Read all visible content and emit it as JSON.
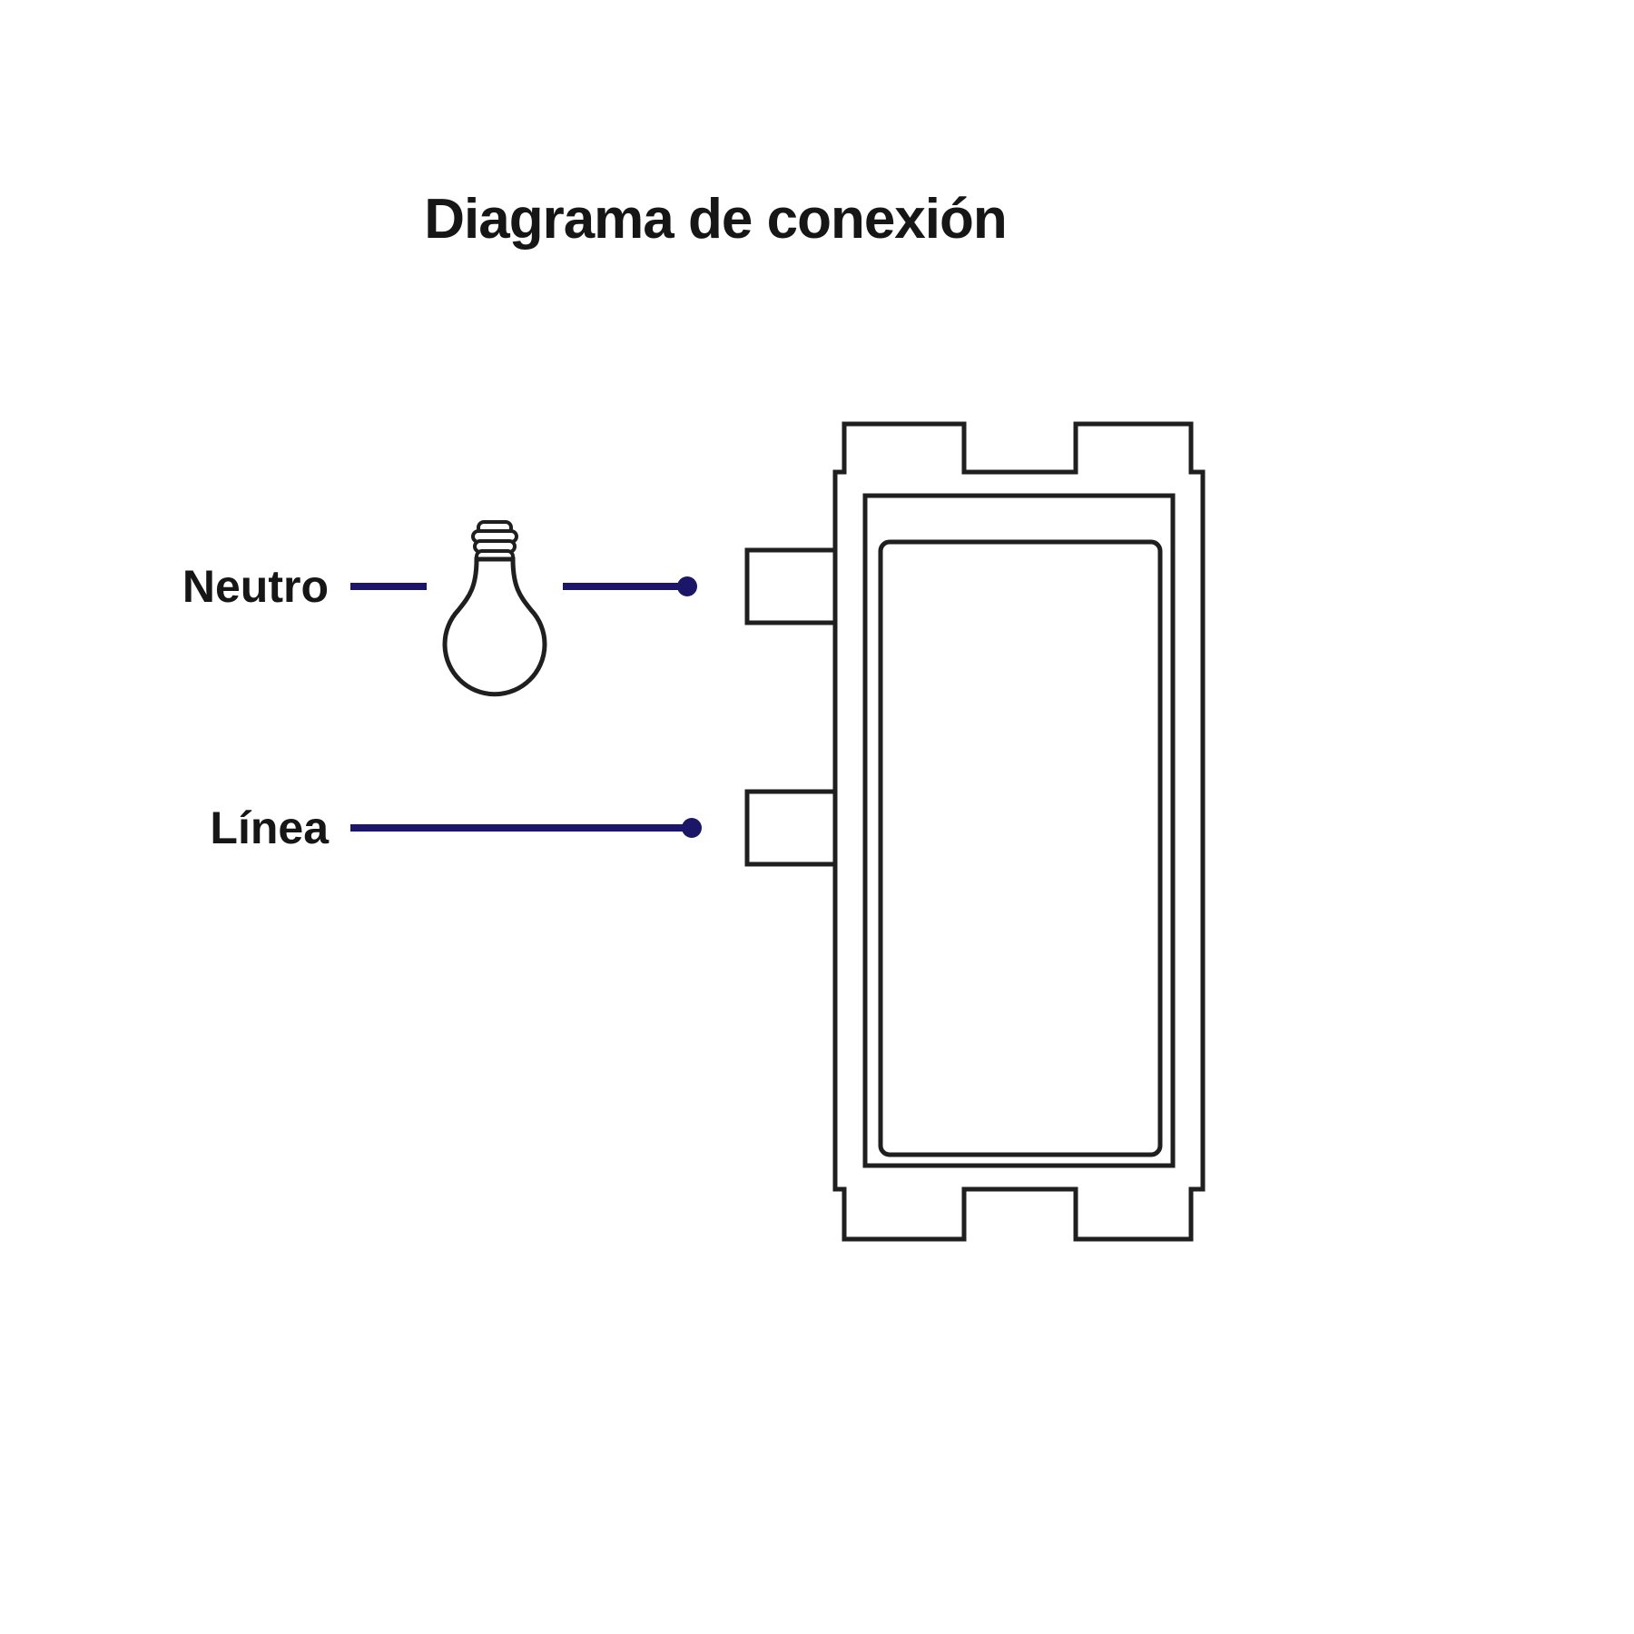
{
  "diagram": {
    "title": "Diagrama de conexión",
    "labels": {
      "neutro": "Neutro",
      "linea": "Línea"
    },
    "colors": {
      "wire": "#1b1668",
      "stroke": "#1f1f1f",
      "text": "#161616",
      "background": "#ffffff"
    },
    "icons": {
      "bulb": "light-bulb",
      "switch": "rocker-switch-module"
    }
  }
}
